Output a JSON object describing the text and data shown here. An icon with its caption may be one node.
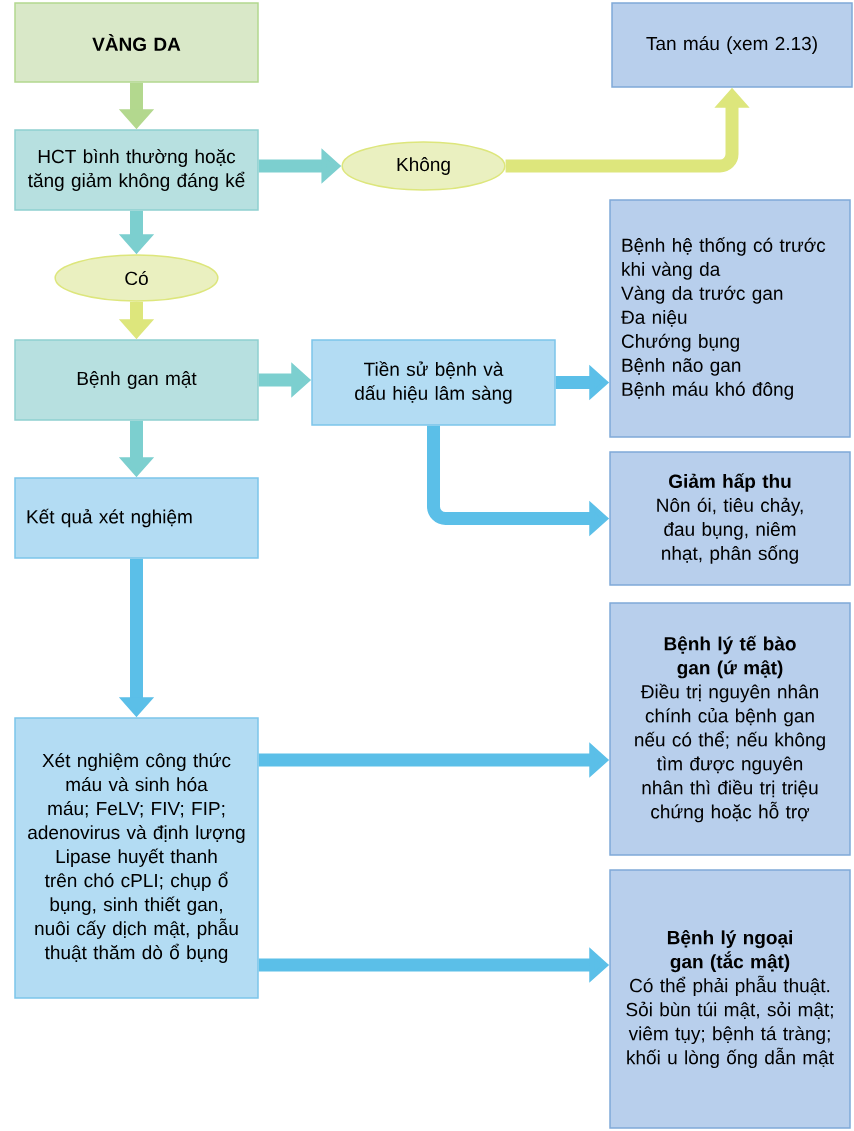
{
  "diagram": {
    "nodes": [
      {
        "text": [
          "VÀNG DA"
        ]
      },
      {
        "text": [
          "HCT bình thường hoặc tăng giảm không đáng kể"
        ]
      },
      {
        "text": [
          "Không"
        ]
      },
      {
        "text": [
          "Tan máu (xem 2.13)"
        ]
      },
      {
        "text": [
          "Có"
        ]
      },
      {
        "text": [
          "Bệnh gan mật"
        ]
      },
      {
        "text": [
          "Tiền sử bệnh và dấu hiệu lâm sàng"
        ]
      },
      {
        "text": [
          "Bệnh hệ thống có trước khi vàng da",
          "Vàng da trước gan",
          "Đa niệu",
          "Chướng bụng",
          "Bệnh não gan",
          "Bệnh máu khó đông"
        ]
      },
      {
        "text": [
          "Giảm hấp thu",
          "Nôn ói, tiêu chảy, đau bụng, niêm nhạt, phân sống"
        ]
      },
      {
        "text": [
          "Kết quả xét nghiệm"
        ]
      },
      {
        "text": [
          "Xét nghiệm công thức máu và sinh hóa máu; FeLV; FIV; FIP; adenovirus và định lượng Lipase huyết thanh trên chó cPLI; chụp ổ bụng, sinh thiết gan, nuôi cấy dịch mật, phẫu thuật thăm dò ổ bụng"
        ]
      },
      {
        "text": [
          "Bệnh lý tế bào gan (ứ mật)",
          "Điều trị nguyên nhân chính của bệnh gan nếu có thể; nếu không tìm được nguyên nhân thì điều trị triệu chứng hoặc hỗ trợ"
        ]
      },
      {
        "text": [
          "Bệnh lý ngoại gan (tắc mật)",
          "Có thể phải phẫu thuật. Sỏi bùn túi mật, sỏi mật; viêm tụy; bệnh tá tràng; khối u lòng ống dẫn mật"
        ]
      }
    ],
    "edges": [
      {
        "from": 0,
        "to": 1,
        "arrow": "to",
        "color": "#b3d88e"
      },
      {
        "from": 1,
        "to": 2,
        "arrow": "to",
        "color": "#7ccfcf"
      },
      {
        "from": 2,
        "to": 3,
        "arrow": "to",
        "color": "#dde67c"
      },
      {
        "from": 1,
        "to": 4,
        "arrow": "to",
        "color": "#7ccfcf"
      },
      {
        "from": 4,
        "to": 5,
        "arrow": "to",
        "color": "#dde67c"
      },
      {
        "from": 5,
        "to": 6,
        "arrow": "to",
        "color": "#7ccfcf"
      },
      {
        "from": 6,
        "to": 7,
        "arrow": "to",
        "color": "#5bbfe8"
      },
      {
        "from": 6,
        "to": 8,
        "arrow": "to",
        "color": "#5bbfe8"
      },
      {
        "from": 5,
        "to": 9,
        "arrow": "to",
        "color": "#7ccfcf"
      },
      {
        "from": 9,
        "to": 10,
        "arrow": "to",
        "color": "#5bbfe8"
      },
      {
        "from": 10,
        "to": 11,
        "arrow": "to",
        "color": "#5bbfe8"
      },
      {
        "from": 10,
        "to": 12,
        "arrow": "to",
        "color": "#5bbfe8"
      }
    ]
  }
}
